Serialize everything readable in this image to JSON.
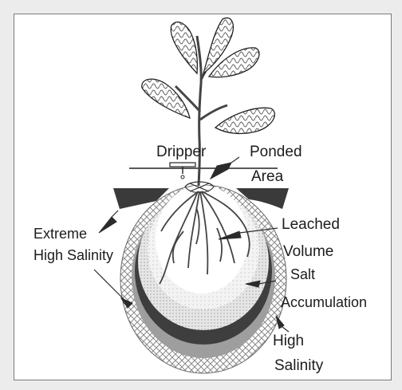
{
  "diagram": {
    "labels": {
      "dripper": "Dripper",
      "ponded_line1": "Ponded",
      "ponded_line2": "Area",
      "leached_line1": "Leached",
      "leached_line2": "Volume",
      "salt_line1": "Salt",
      "salt_line2": "Accumulation",
      "extreme_line1": "Extreme",
      "extreme_line2": "High Salinity",
      "high_line1": "High",
      "high_line2": "Salinity"
    },
    "colors": {
      "background": "#ececec",
      "panel": "#ffffff",
      "dark_band": "#3e3e3e",
      "medium_band": "#bcbcbc",
      "light_band": "#dcdcdc",
      "crosshatch": "#9a9a9a",
      "text": "#1c1c1c"
    }
  }
}
